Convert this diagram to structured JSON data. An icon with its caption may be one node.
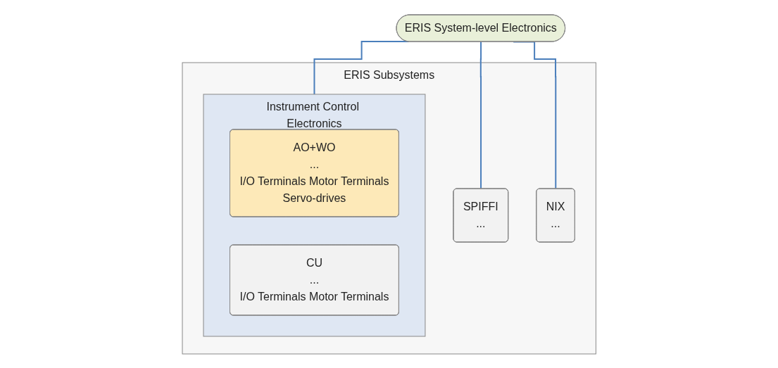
{
  "diagram": {
    "nodes": [
      {
        "text": [
          "ERIS System-level Electronics"
        ]
      },
      {
        "text": [
          "ERIS Subsystems"
        ]
      },
      {
        "text": [
          "SPIFFI",
          "..."
        ],
        "in": 1
      },
      {
        "text": [
          "NIX",
          "..."
        ],
        "in": 1
      },
      {
        "text": [
          "Instrument Control Electronics"
        ],
        "in": 1
      },
      {
        "text": [
          "AO+WO",
          "...",
          "I/O Terminals Motor Terminals",
          "Servo-drives"
        ],
        "in": 4
      },
      {
        "text": [
          "CU",
          "...",
          "I/O Terminals Motor Terminals"
        ],
        "in": 4
      }
    ],
    "edges": [
      {
        "from": 0,
        "to": 2,
        "arrow": "none"
      },
      {
        "from": 0,
        "to": 3,
        "arrow": "none"
      },
      {
        "from": 0,
        "to": 4,
        "arrow": "none"
      }
    ]
  }
}
